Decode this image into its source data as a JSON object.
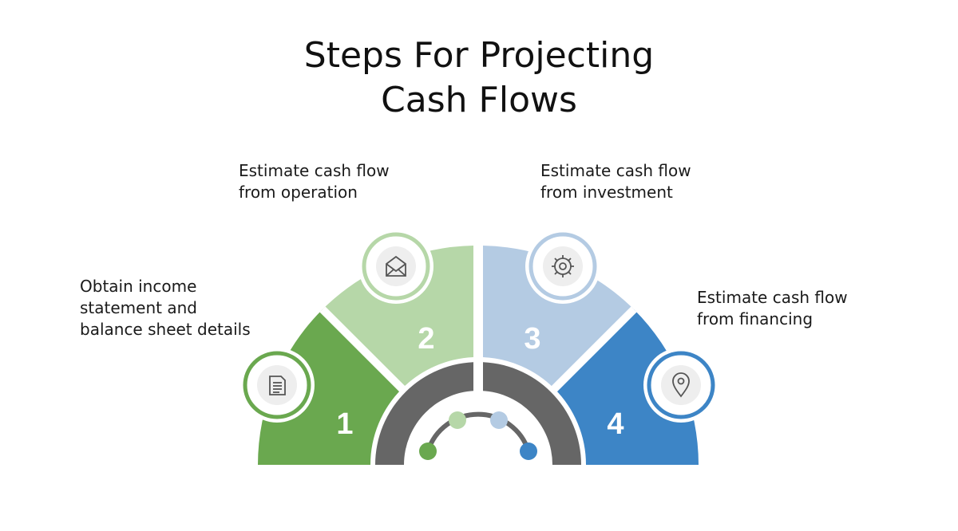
{
  "title": {
    "line1": "Steps For Projecting",
    "line2": "Cash Flows"
  },
  "colors": {
    "step1": "#6aa84f",
    "step2": "#b6d7a8",
    "step3": "#b4cbe3",
    "step4": "#3d85c6",
    "hub": "#666666",
    "icon_bg": "#eeeeee",
    "icon_stroke": "#555555"
  },
  "steps": [
    {
      "number": "1",
      "icon": "document-icon",
      "lines": [
        "Obtain income",
        "statement and",
        "balance sheet details"
      ]
    },
    {
      "number": "2",
      "icon": "envelope-icon",
      "lines": [
        "Estimate cash flow",
        "from operation"
      ]
    },
    {
      "number": "3",
      "icon": "gear-icon",
      "lines": [
        "Estimate cash flow",
        "from investment"
      ]
    },
    {
      "number": "4",
      "icon": "location-pin-icon",
      "lines": [
        "Estimate cash flow",
        "from financing"
      ]
    }
  ]
}
